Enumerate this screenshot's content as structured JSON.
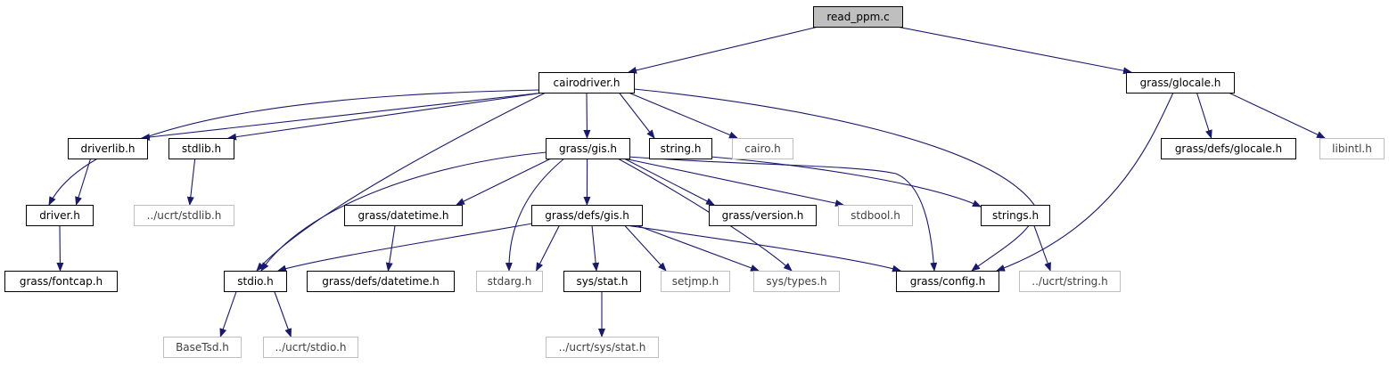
{
  "colors": {
    "edge": "#191970",
    "arrow": "#191970",
    "root_fill": "#bfbfbf",
    "node_border": "#000000",
    "external_border": "#bfbfbf",
    "external_text": "#404040",
    "text": "#000000"
  },
  "nodes": [
    {
      "id": "read_ppm",
      "label": "read_ppm.c",
      "kind": "root"
    },
    {
      "id": "cairodriver",
      "label": "cairodriver.h",
      "kind": "local"
    },
    {
      "id": "glocale",
      "label": "grass/glocale.h",
      "kind": "local"
    },
    {
      "id": "driverlib",
      "label": "driverlib.h",
      "kind": "local"
    },
    {
      "id": "stdlib",
      "label": "stdlib.h",
      "kind": "local"
    },
    {
      "id": "gis",
      "label": "grass/gis.h",
      "kind": "local"
    },
    {
      "id": "string",
      "label": "string.h",
      "kind": "local"
    },
    {
      "id": "cairo",
      "label": "cairo.h",
      "kind": "external"
    },
    {
      "id": "defs_glocale",
      "label": "grass/defs/glocale.h",
      "kind": "local"
    },
    {
      "id": "libintl",
      "label": "libintl.h",
      "kind": "external"
    },
    {
      "id": "driver",
      "label": "driver.h",
      "kind": "local"
    },
    {
      "id": "ucrt_stdlib",
      "label": "../ucrt/stdlib.h",
      "kind": "external"
    },
    {
      "id": "datetime",
      "label": "grass/datetime.h",
      "kind": "local"
    },
    {
      "id": "defs_gis",
      "label": "grass/defs/gis.h",
      "kind": "local"
    },
    {
      "id": "version",
      "label": "grass/version.h",
      "kind": "local"
    },
    {
      "id": "stdbool",
      "label": "stdbool.h",
      "kind": "external"
    },
    {
      "id": "strings",
      "label": "strings.h",
      "kind": "local"
    },
    {
      "id": "fontcap",
      "label": "grass/fontcap.h",
      "kind": "local"
    },
    {
      "id": "stdio",
      "label": "stdio.h",
      "kind": "local"
    },
    {
      "id": "defs_datetime",
      "label": "grass/defs/datetime.h",
      "kind": "local"
    },
    {
      "id": "stdarg",
      "label": "stdarg.h",
      "kind": "external"
    },
    {
      "id": "sys_stat",
      "label": "sys/stat.h",
      "kind": "local"
    },
    {
      "id": "setjmp",
      "label": "setjmp.h",
      "kind": "external"
    },
    {
      "id": "sys_types",
      "label": "sys/types.h",
      "kind": "external"
    },
    {
      "id": "config",
      "label": "grass/config.h",
      "kind": "local"
    },
    {
      "id": "ucrt_string",
      "label": "../ucrt/string.h",
      "kind": "external"
    },
    {
      "id": "basetsd",
      "label": "BaseTsd.h",
      "kind": "external"
    },
    {
      "id": "ucrt_stdio",
      "label": "../ucrt/stdio.h",
      "kind": "external"
    },
    {
      "id": "ucrt_sys_stat",
      "label": "../ucrt/sys/stat.h",
      "kind": "external"
    }
  ],
  "edges": [
    {
      "from": "read_ppm",
      "to": "cairodriver"
    },
    {
      "from": "read_ppm",
      "to": "glocale"
    },
    {
      "from": "cairodriver",
      "to": "driverlib"
    },
    {
      "from": "cairodriver",
      "to": "stdlib"
    },
    {
      "from": "cairodriver",
      "to": "gis"
    },
    {
      "from": "cairodriver",
      "to": "string"
    },
    {
      "from": "cairodriver",
      "to": "cairo"
    },
    {
      "from": "cairodriver",
      "to": "driver"
    },
    {
      "from": "cairodriver",
      "to": "stdio"
    },
    {
      "from": "cairodriver",
      "to": "config"
    },
    {
      "from": "glocale",
      "to": "defs_glocale"
    },
    {
      "from": "glocale",
      "to": "libintl"
    },
    {
      "from": "glocale",
      "to": "config"
    },
    {
      "from": "driverlib",
      "to": "driver"
    },
    {
      "from": "stdlib",
      "to": "ucrt_stdlib"
    },
    {
      "from": "driver",
      "to": "fontcap"
    },
    {
      "from": "gis",
      "to": "datetime"
    },
    {
      "from": "gis",
      "to": "defs_gis"
    },
    {
      "from": "gis",
      "to": "version"
    },
    {
      "from": "gis",
      "to": "stdbool"
    },
    {
      "from": "gis",
      "to": "stdio"
    },
    {
      "from": "gis",
      "to": "stdarg"
    },
    {
      "from": "gis",
      "to": "sys_types"
    },
    {
      "from": "gis",
      "to": "config"
    },
    {
      "from": "string",
      "to": "strings"
    },
    {
      "from": "strings",
      "to": "ucrt_string"
    },
    {
      "from": "datetime",
      "to": "defs_datetime"
    },
    {
      "from": "defs_gis",
      "to": "stdio"
    },
    {
      "from": "defs_gis",
      "to": "stdarg"
    },
    {
      "from": "defs_gis",
      "to": "sys_stat"
    },
    {
      "from": "defs_gis",
      "to": "setjmp"
    },
    {
      "from": "defs_gis",
      "to": "sys_types"
    },
    {
      "from": "defs_gis",
      "to": "config"
    },
    {
      "from": "stdio",
      "to": "basetsd"
    },
    {
      "from": "stdio",
      "to": "ucrt_stdio"
    },
    {
      "from": "sys_stat",
      "to": "ucrt_sys_stat"
    }
  ]
}
